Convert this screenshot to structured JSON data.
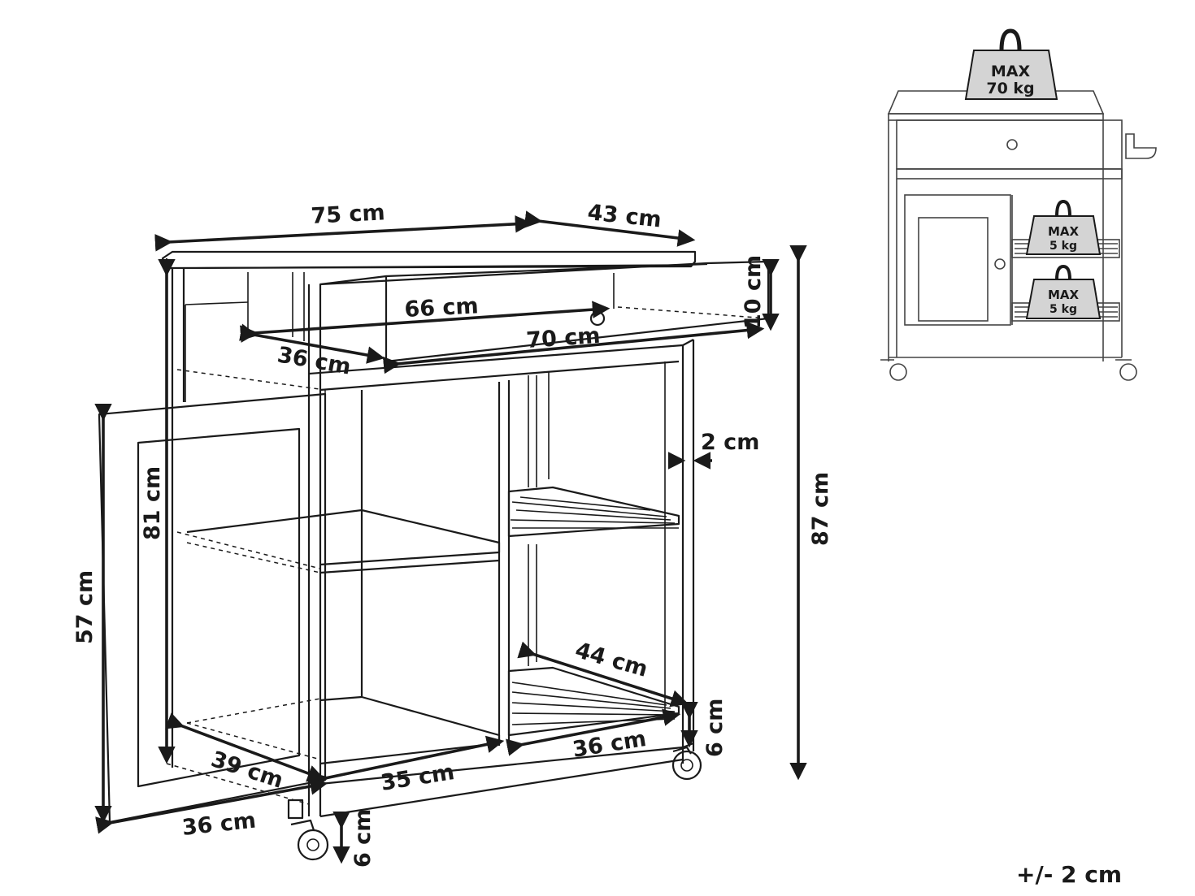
{
  "main_diagram": {
    "dimensions": {
      "top_width": "75 cm",
      "top_depth": "43 cm",
      "drawer_inner_width": "66 cm",
      "drawer_height": "10 cm",
      "drawer_outer_width": "70 cm",
      "drawer_depth": "36 cm",
      "panel_thickness": "2 cm",
      "total_height": "87 cm",
      "interior_height": "81 cm",
      "door_height": "57 cm",
      "shelf_depth": "44 cm",
      "cabinet_depth": "39 cm",
      "left_compartment_width": "35 cm",
      "right_compartment_width": "36 cm",
      "wheel_height_right": "6 cm",
      "door_width": "36 cm",
      "wheel_height_left": "6 cm"
    }
  },
  "load_diagram": {
    "top_weight": {
      "line1": "MAX",
      "line2": "70 kg"
    },
    "upper_shelf_weight": {
      "line1": "MAX",
      "line2": "5 kg"
    },
    "lower_shelf_weight": {
      "line1": "MAX",
      "line2": "5 kg"
    }
  },
  "tolerance": "+/- 2 cm"
}
